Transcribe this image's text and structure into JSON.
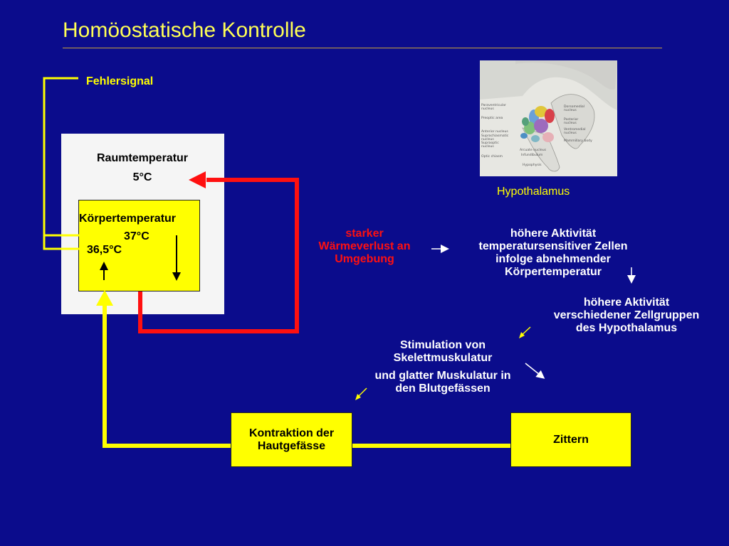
{
  "slide": {
    "title": "Homöostatische Kontrolle",
    "colors": {
      "background": "#0b0c8c",
      "title": "#ffff55",
      "signal": "#ffff00",
      "heat_loss": "#ff1010",
      "room": "#f5f5f5"
    }
  },
  "labels": {
    "fehlersignal": "Fehlersignal",
    "raumtemperatur": "Raumtemperatur",
    "raumtemperatur_value": "5°C",
    "koerpertemperatur": "Körpertemperatur",
    "koerpertemperatur_value": "37°C",
    "setpoint_value": "36,5°C",
    "hypothalamus_caption": "Hypothalamus"
  },
  "steps": {
    "heat_loss": [
      "starker",
      "Wärmeverlust an",
      "Umgebung"
    ],
    "sensor_activity": [
      "höhere Aktivität",
      "temperatursensitiver Zellen",
      "infolge abnehmender",
      "Körpertemperatur"
    ],
    "hypothalamus_activity": [
      "höhere Aktivität",
      "verschiedener Zellgruppen",
      "des Hypothalamus"
    ],
    "stimulation_1": [
      "Stimulation von",
      "Skelettmuskulatur"
    ],
    "stimulation_2": [
      "und glatter Muskulatur in",
      "den Blutgefässen"
    ]
  },
  "effectors": {
    "kontraktion": [
      "Kontraktion der",
      "Hautgefässe"
    ],
    "zittern": "Zittern"
  },
  "hypothalamus_figure": {
    "labels_left": [
      "Paraventricular nucleus",
      "Preoptic area",
      "Anterior nucleus",
      "Suprachiasmatic nucleus",
      "Supraoptic nucleus",
      "Optic chiasm"
    ],
    "labels_right": [
      "Dorsomedial nucleus",
      "Posterior nucleus",
      "Ventromedial nucleus",
      "Mammillary body"
    ],
    "labels_bottom": [
      "Arcuate nucleus",
      "Infundibulum",
      "Hypophysis"
    ]
  }
}
